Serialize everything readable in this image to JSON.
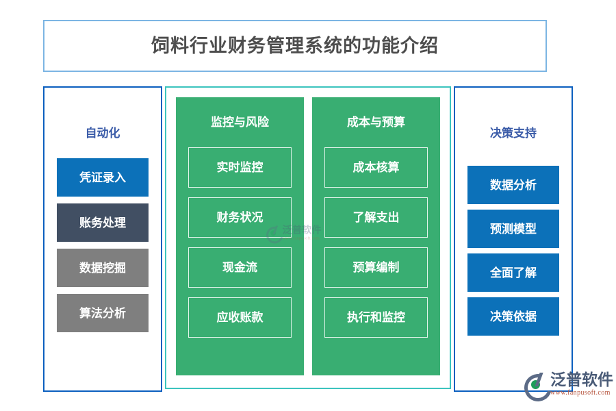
{
  "header": {
    "title": "饲料行业财务管理系统的功能介绍",
    "border_color": "#7CB5E3",
    "text_color": "#4d4d4d"
  },
  "columns": [
    {
      "id": "automation",
      "heading": "自动化",
      "heading_color": "#3A5BA8",
      "panel_border": "#0B5FBF",
      "items": [
        {
          "label": "凭证录入",
          "color": "#0C71B9"
        },
        {
          "label": "账务处理",
          "color": "#414F63"
        },
        {
          "label": "数据挖掘",
          "color": "#7F7F7F"
        },
        {
          "label": "算法分析",
          "color": "#7F7F7F"
        }
      ]
    },
    {
      "id": "monitor-risk",
      "heading": "监控与风险",
      "heading_color": "#ffffff",
      "panel_fill": "#39AE72",
      "items": [
        {
          "label": "实时监控"
        },
        {
          "label": "财务状况"
        },
        {
          "label": "现金流"
        },
        {
          "label": "应收账款"
        }
      ]
    },
    {
      "id": "cost-budget",
      "heading": "成本与预算",
      "heading_color": "#ffffff",
      "panel_fill": "#39AE72",
      "items": [
        {
          "label": "成本核算"
        },
        {
          "label": "了解支出"
        },
        {
          "label": "预算编制"
        },
        {
          "label": "执行和监控"
        }
      ]
    },
    {
      "id": "decision-support",
      "heading": "决策支持",
      "heading_color": "#3A5BA8",
      "panel_border": "#0B5FBF",
      "items": [
        {
          "label": "数据分析",
          "color": "#0C71B9"
        },
        {
          "label": "预测模型",
          "color": "#0C71B9"
        },
        {
          "label": "全面了解",
          "color": "#0C71B9"
        },
        {
          "label": "决策依据",
          "color": "#0C71B9"
        }
      ]
    }
  ],
  "center_container": {
    "border_color": "#3CC4BE"
  },
  "watermark": {
    "brand": "泛普软件",
    "url": "www.fanpusoft.com",
    "brand_color": "#4A5B77",
    "url_color": "#B5523B",
    "accent_color": "#1E9E5A"
  }
}
